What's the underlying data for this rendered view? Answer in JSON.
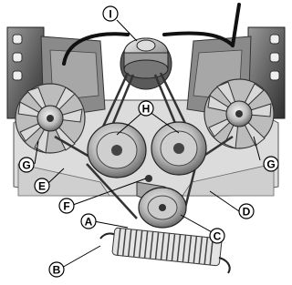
{
  "diagram": {
    "callouts": [
      {
        "id": "I",
        "label": "I"
      },
      {
        "id": "H",
        "label": "H"
      },
      {
        "id": "G-left",
        "label": "G"
      },
      {
        "id": "G-right",
        "label": "G"
      },
      {
        "id": "E",
        "label": "E"
      },
      {
        "id": "F",
        "label": "F"
      },
      {
        "id": "D",
        "label": "D"
      },
      {
        "id": "A",
        "label": "A"
      },
      {
        "id": "C",
        "label": "C"
      },
      {
        "id": "B",
        "label": "B"
      }
    ]
  }
}
